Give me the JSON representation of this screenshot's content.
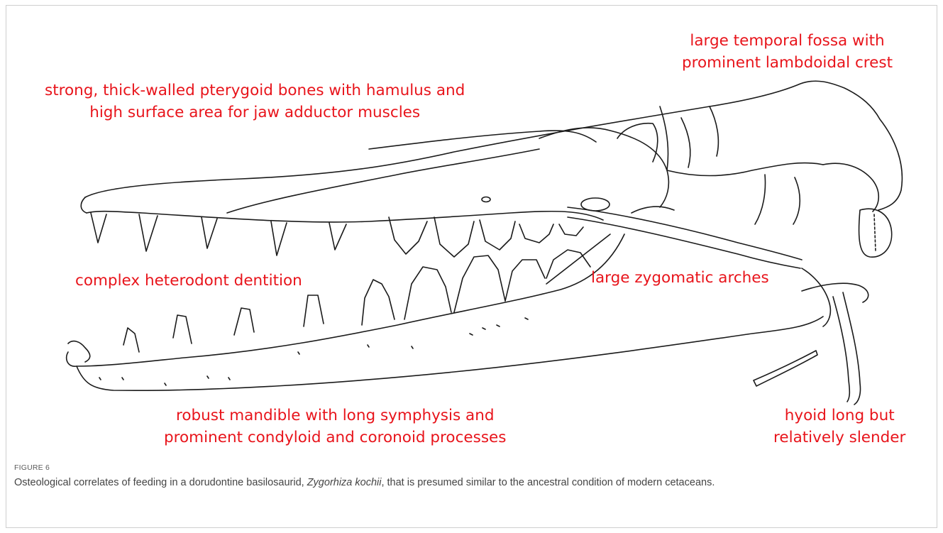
{
  "figure": {
    "labels": {
      "temporal": [
        "large temporal fossa with",
        "prominent lambdoidal crest"
      ],
      "pterygoid": [
        "strong, thick-walled pterygoid bones with hamulus and",
        "high surface area for jaw adductor muscles"
      ],
      "dentition": "complex heterodont dentition",
      "zygomatic": "large zygomatic arches",
      "mandible": [
        "robust mandible with long symphysis and",
        "prominent condyloid and coronoid processes"
      ],
      "hyoid": [
        "hyoid long but",
        "relatively slender"
      ]
    },
    "label_color": "#e8141b"
  },
  "caption": {
    "figure_label": "FIGURE 6",
    "text_before": "Osteological correlates of feeding in a dorudontine basilosaurid, ",
    "species": "Zygorhiza kochii",
    "text_after": ", that is presumed similar to the ancestral condition of modern cetaceans."
  }
}
